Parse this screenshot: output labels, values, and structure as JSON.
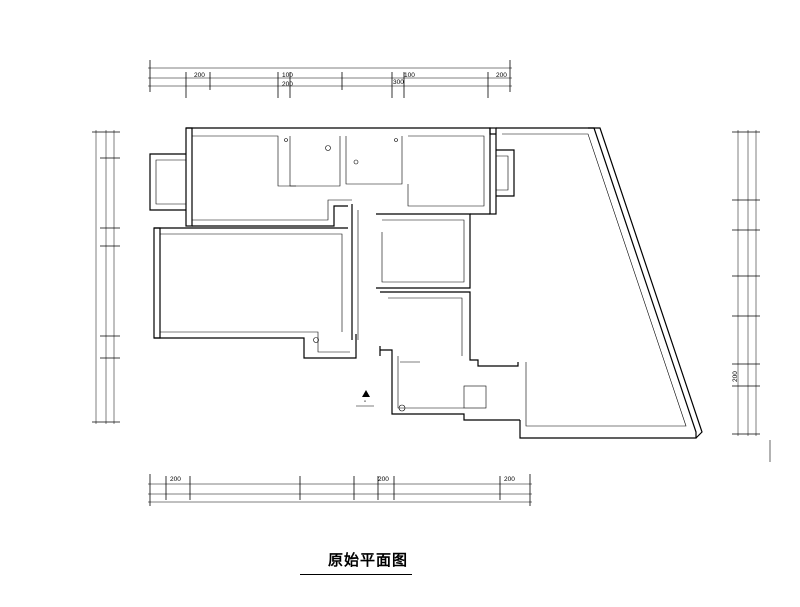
{
  "title": "原始平面图",
  "dims_top_row1": [
    "200",
    "100",
    "200",
    "300",
    "100",
    "200"
  ],
  "dims_bottom_row1": [
    "200",
    "200",
    "200"
  ],
  "dims_right_row": [
    "200"
  ],
  "marks": {
    "north_label": "A"
  },
  "colors": {
    "line": "#000000",
    "background": "#ffffff"
  }
}
